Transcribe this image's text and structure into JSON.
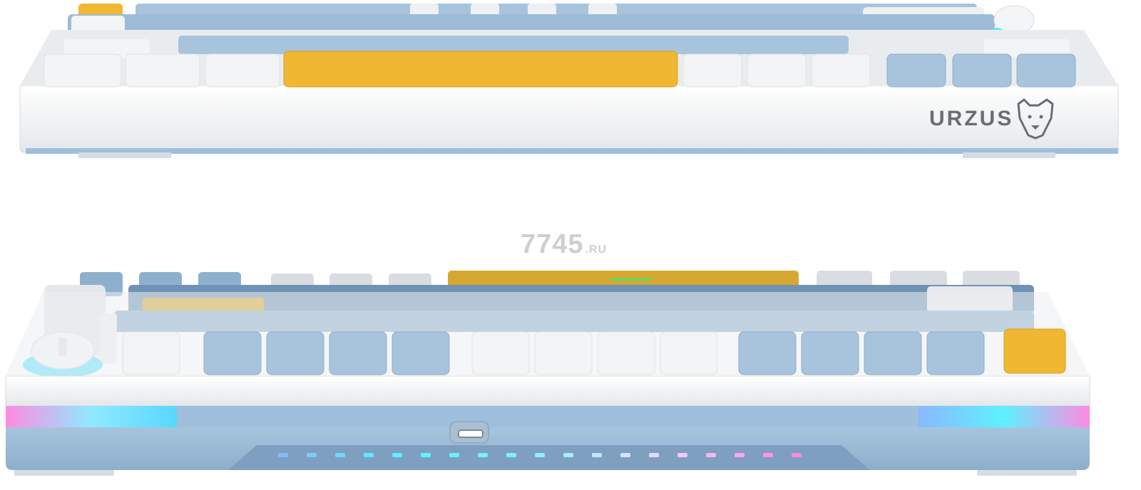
{
  "watermark": {
    "main": "7745",
    "suffix": ".RU"
  },
  "brand": {
    "name": "URZUS",
    "logo_icon": "bear-head-icon"
  },
  "views": {
    "top": "keyboard-rear-view",
    "bottom": "keyboard-front-view"
  },
  "colors": {
    "body_white": "#f2f3f5",
    "keycap_blue": "#a8c3dc",
    "keycap_white": "#f3f4f6",
    "keycap_yellow": "#f0b733",
    "base_blue": "#9fbfdc",
    "rgb_pink": "#ff7bd5",
    "rgb_cyan": "#54e6ff"
  }
}
